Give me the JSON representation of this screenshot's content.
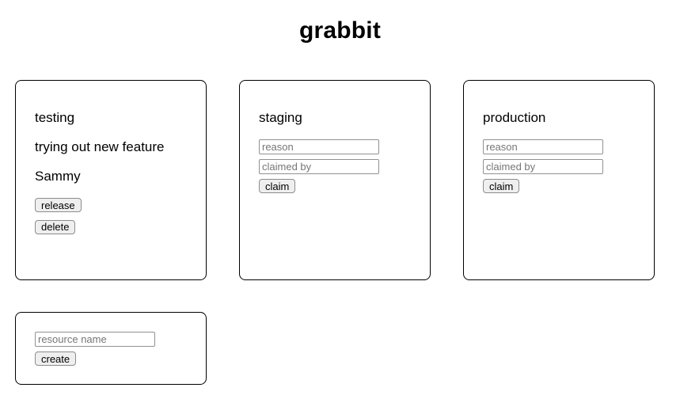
{
  "app": {
    "title": "grabbit"
  },
  "colors": {
    "card_border": "#000000",
    "button_bg": "#efefef",
    "button_border": "#8c8c8c",
    "input_border": "#919191",
    "placeholder_text": "#767676"
  },
  "cards": {
    "testing": {
      "name": "testing",
      "reason": "trying out new feature",
      "claimed_by": "Sammy",
      "release_label": "release",
      "delete_label": "delete"
    },
    "staging": {
      "name": "staging",
      "reason_placeholder": "reason",
      "claimed_by_placeholder": "claimed by",
      "claim_label": "claim"
    },
    "production": {
      "name": "production",
      "reason_placeholder": "reason",
      "claimed_by_placeholder": "claimed by",
      "claim_label": "claim"
    },
    "create": {
      "name_placeholder": "resource name",
      "create_label": "create"
    }
  }
}
